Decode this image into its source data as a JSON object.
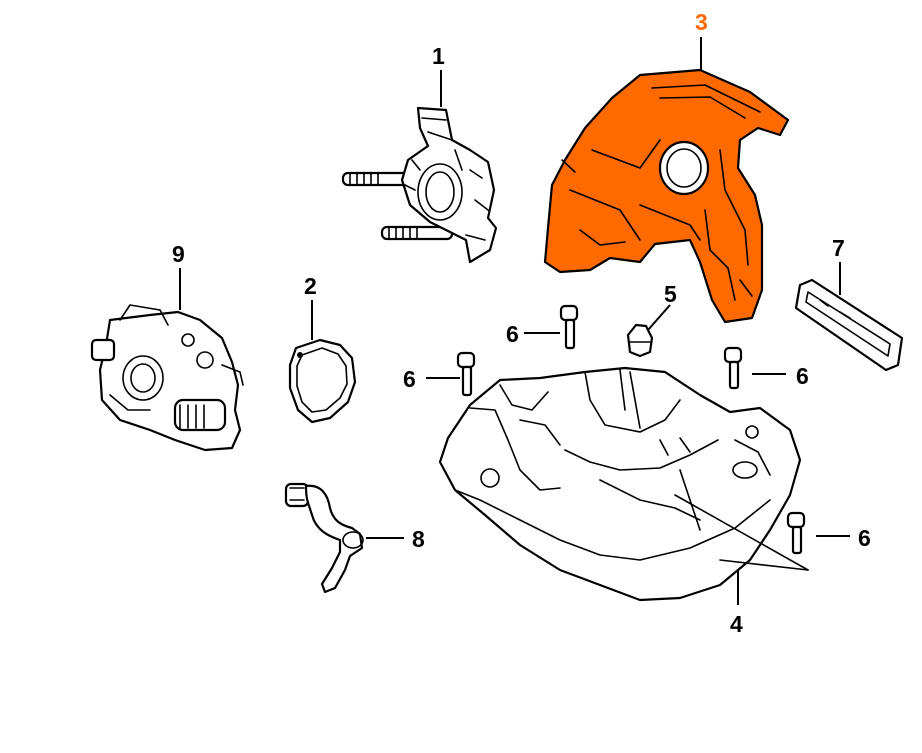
{
  "highlight_color": "#ff6a00",
  "callouts": {
    "part_1": "1",
    "part_2": "2",
    "part_3": "3",
    "part_4": "4",
    "part_5": "5",
    "part_6a": "6",
    "part_6b": "6",
    "part_6c": "6",
    "part_6d": "6",
    "part_7": "7",
    "part_8": "8",
    "part_9": "9"
  },
  "highlighted_part": "3"
}
